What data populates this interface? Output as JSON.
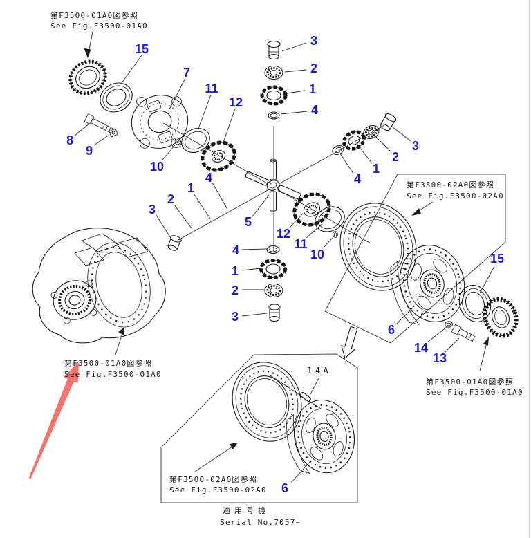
{
  "figure": {
    "type": "exploded-parts-diagram",
    "subject": "differential assembly"
  },
  "refs": {
    "top_left": {
      "jp": "第F3500-01A0図参照",
      "en": "See Fig.F3500-01A0"
    },
    "mid_right": {
      "jp": "第F3500-02A0図参照",
      "en": "See Fig.F3500-02A0"
    },
    "bottom_left": {
      "jp": "第F3500-01A0図参照",
      "en": "See Fig.F3500-01A0"
    },
    "bottom_right": {
      "jp": "第F3500-01A0図参照",
      "en": "See Fig.F3500-01A0"
    },
    "lower_box": {
      "jp": "第F3500-02A0図参照",
      "en": "See Fig.F3500-02A0"
    }
  },
  "serial": {
    "jp": "適用号機",
    "en": "Serial No.7057~"
  },
  "detail_label": "14A",
  "callouts": {
    "c15_left": "15",
    "c7": "7",
    "c11_left": "11",
    "c12_left": "12",
    "c3_top": "3",
    "c2_top": "2",
    "c1_top": "1",
    "c4_top": "4",
    "c8": "8",
    "c9": "9",
    "c10_left": "10",
    "c4_left": "4",
    "c3_left": "3",
    "c2_left": "2",
    "c1_left": "1",
    "c5": "5",
    "c12_right": "12",
    "c11_right": "11",
    "c10_right": "10",
    "c4_mid": "4",
    "c1_bottom": "1",
    "c2_bottom": "2",
    "c3_bottom": "3",
    "c4_right": "4",
    "c1_right": "1",
    "c2_right": "2",
    "c3_right": "3",
    "c6_upper": "6",
    "c14": "14",
    "c13": "13",
    "c15_right": "15",
    "c6_lower": "6"
  },
  "colors": {
    "callout_blue": "#1a1ace",
    "line_black": "#1a1a1a",
    "red_arrow": "#ef564d",
    "background": "#ffffff"
  }
}
